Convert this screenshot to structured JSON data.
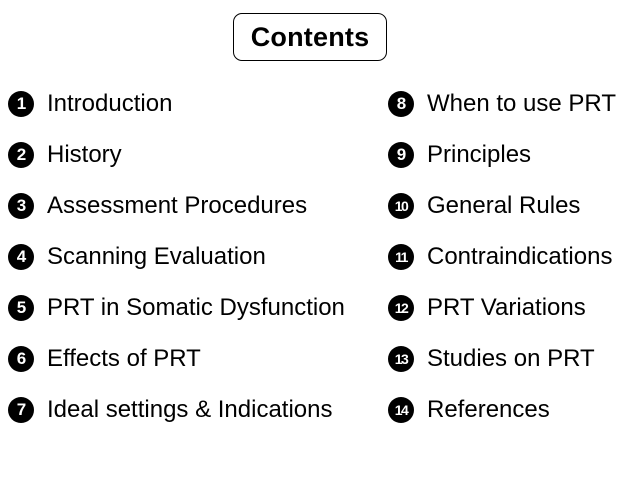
{
  "title": "Contents",
  "left_items": [
    {
      "num": "1",
      "label": "Introduction"
    },
    {
      "num": "2",
      "label": "History"
    },
    {
      "num": "3",
      "label": "Assessment Procedures"
    },
    {
      "num": "4",
      "label": "Scanning Evaluation"
    },
    {
      "num": "5",
      "label": "PRT in Somatic Dysfunction"
    },
    {
      "num": "6",
      "label": "Effects of PRT"
    },
    {
      "num": "7",
      "label": "Ideal settings & Indications"
    }
  ],
  "right_items": [
    {
      "num": "8",
      "label": "When to use PRT"
    },
    {
      "num": "9",
      "label": "Principles"
    },
    {
      "num": "10",
      "label": "General Rules"
    },
    {
      "num": "11",
      "label": "Contraindications"
    },
    {
      "num": "12",
      "label": "PRT Variations"
    },
    {
      "num": "13",
      "label": "Studies on PRT"
    },
    {
      "num": "14",
      "label": "References"
    }
  ]
}
